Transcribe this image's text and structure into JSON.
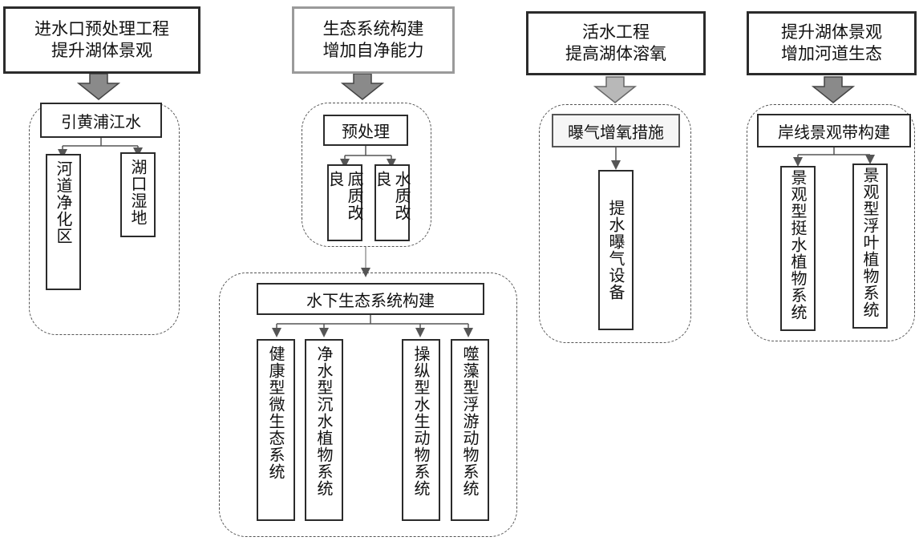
{
  "columns": [
    {
      "title_line1": "进水口预处理工程",
      "title_line2": "提升湖体景观",
      "group_heading": "引黄浦江水",
      "items": [
        "河道净化区",
        "湖口湿地"
      ]
    },
    {
      "title_line1": "生态系统构建",
      "title_line2": "增加自净能力",
      "group_heading": "预处理",
      "items": [
        "底质改良",
        "水质改良"
      ],
      "lower_group_heading": "水下生态系统构建",
      "lower_items": [
        "健康型微生态系统",
        "净水型沉水植物系统",
        "操纵型水生动物系统",
        "噬藻型浮游动物系统"
      ]
    },
    {
      "title_line1": "活水工程",
      "title_line2": "提高湖体溶氧",
      "group_heading": "曝气增氧措施",
      "items": [
        "提水曝气设备"
      ]
    },
    {
      "title_line1": "提升湖体景观",
      "title_line2": "增加河道生态",
      "group_heading": "岸线景观带构建",
      "items": [
        "景观型挺水植物系统",
        "景观型浮叶植物系统"
      ]
    }
  ],
  "colors": {
    "border": "#2b2b2b",
    "gray_border": "#9a9a9a",
    "arrow_fill": "#8a8a8a",
    "arrow_fill_light": "#b8b8b8",
    "connector": "#555555"
  },
  "icons": [
    "block-arrow-down-icon"
  ]
}
